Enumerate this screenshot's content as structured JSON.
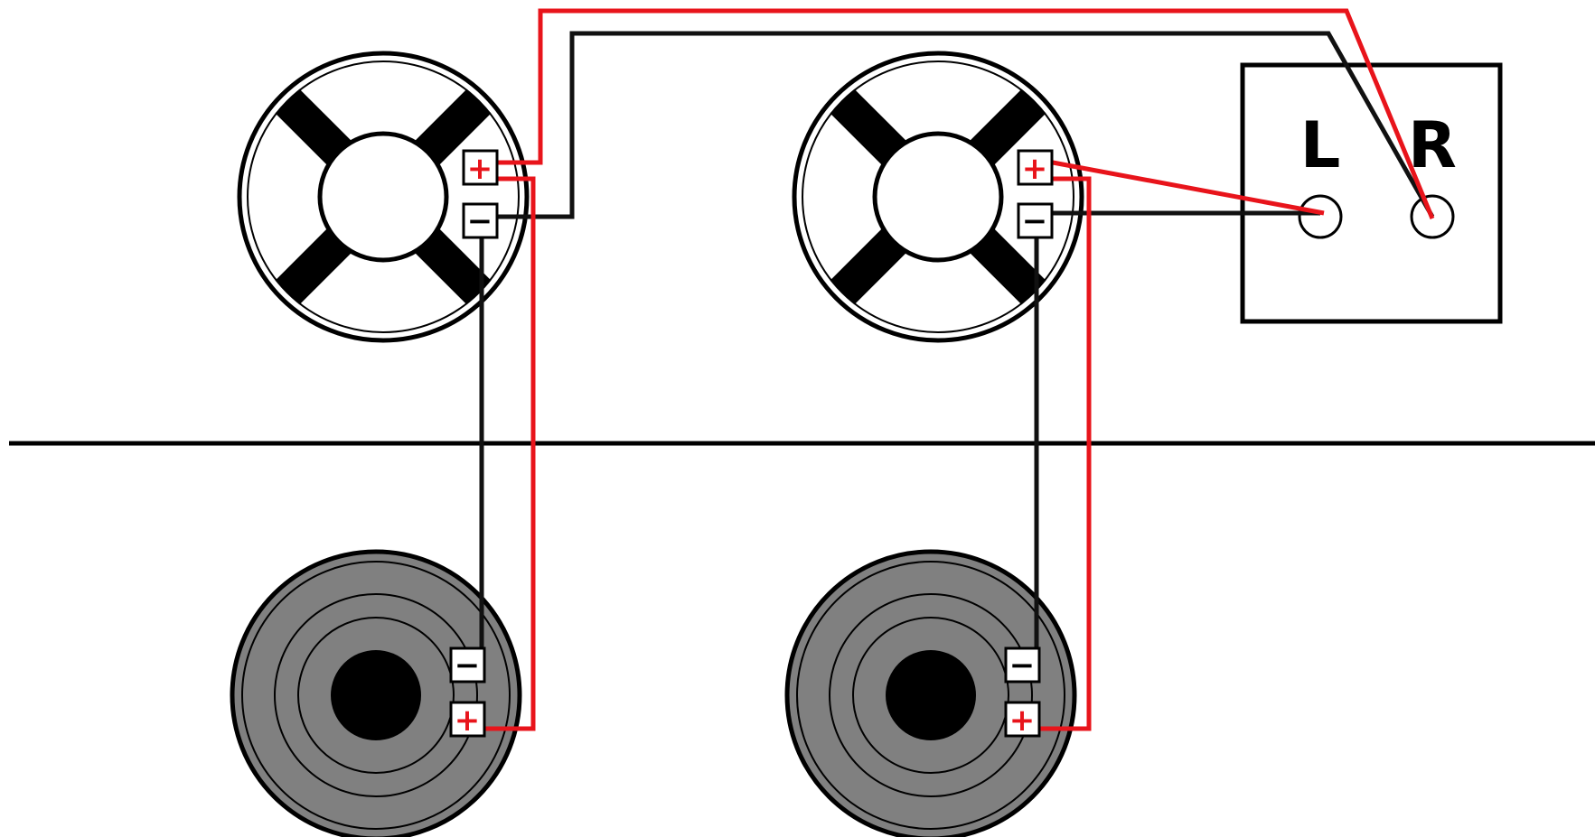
{
  "amplifier": {
    "left_label": "L",
    "right_label": "R"
  },
  "terminal_symbols": {
    "positive": "+",
    "negative": "−"
  },
  "colors": {
    "positive_wire": "#e8141b",
    "negative_wire": "#111111",
    "woofer_fill": "#808080",
    "background": "#ffffff"
  },
  "speakers": [
    {
      "id": "upper-left",
      "type": "ventilated"
    },
    {
      "id": "upper-right",
      "type": "ventilated"
    },
    {
      "id": "lower-left",
      "type": "woofer"
    },
    {
      "id": "lower-right",
      "type": "woofer"
    }
  ]
}
